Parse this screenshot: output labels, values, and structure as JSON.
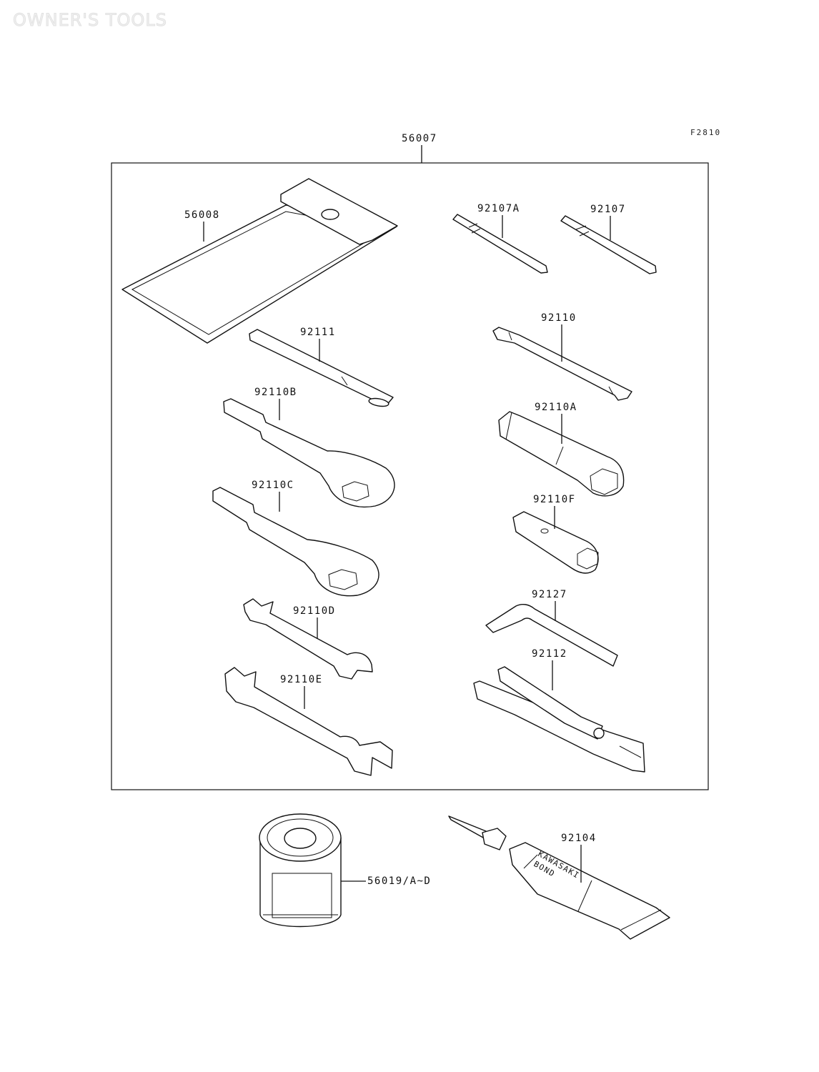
{
  "diagram": {
    "title": "OWNER'S TOOLS",
    "code": "F2810",
    "kit_label": "56007",
    "parts": {
      "p56008": "56008",
      "p92107A": "92107A",
      "p92107": "92107",
      "p92111": "92111",
      "p92110": "92110",
      "p92110B": "92110B",
      "p92110A": "92110A",
      "p92110C": "92110C",
      "p92110F": "92110F",
      "p92127": "92127",
      "p92110D": "92110D",
      "p92112": "92112",
      "p92110E": "92110E",
      "p92104": "92104",
      "p56019": "56019/A~D"
    },
    "tube_print": [
      "KAWASAKI",
      "BOND"
    ]
  }
}
